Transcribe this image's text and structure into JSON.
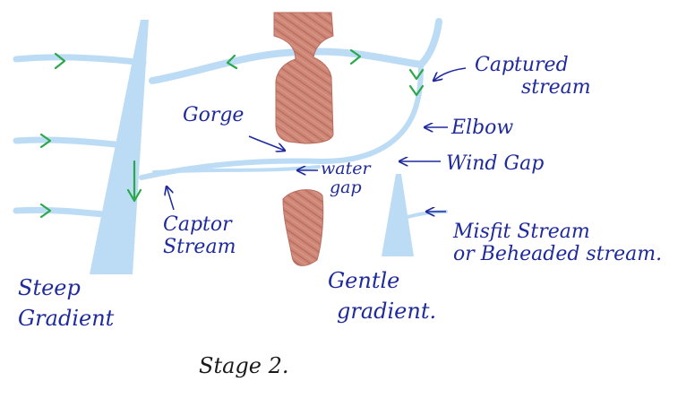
{
  "colors": {
    "stream": "#bcdcf5",
    "rock": "#cf8878",
    "rock_texture": "#b86d5e",
    "arrow_green": "#2aa84a",
    "label_blue": "#1f2a9c",
    "caption_black": "#1a1a1a"
  },
  "labels": {
    "captured_stream": [
      "Captured",
      "stream"
    ],
    "elbow": "Elbow",
    "wind_gap": "Wind Gap",
    "gorge": "Gorge",
    "water_gap": [
      "water",
      "gap"
    ],
    "captor_stream": [
      "Captor",
      "Stream"
    ],
    "misfit_stream": [
      "Misfit Stream",
      "or Beheaded stream."
    ],
    "steep_gradient": [
      "Steep",
      "Gradient"
    ],
    "gentle_gradient": [
      "Gentle",
      "gradient."
    ]
  },
  "caption": "Stage 2."
}
